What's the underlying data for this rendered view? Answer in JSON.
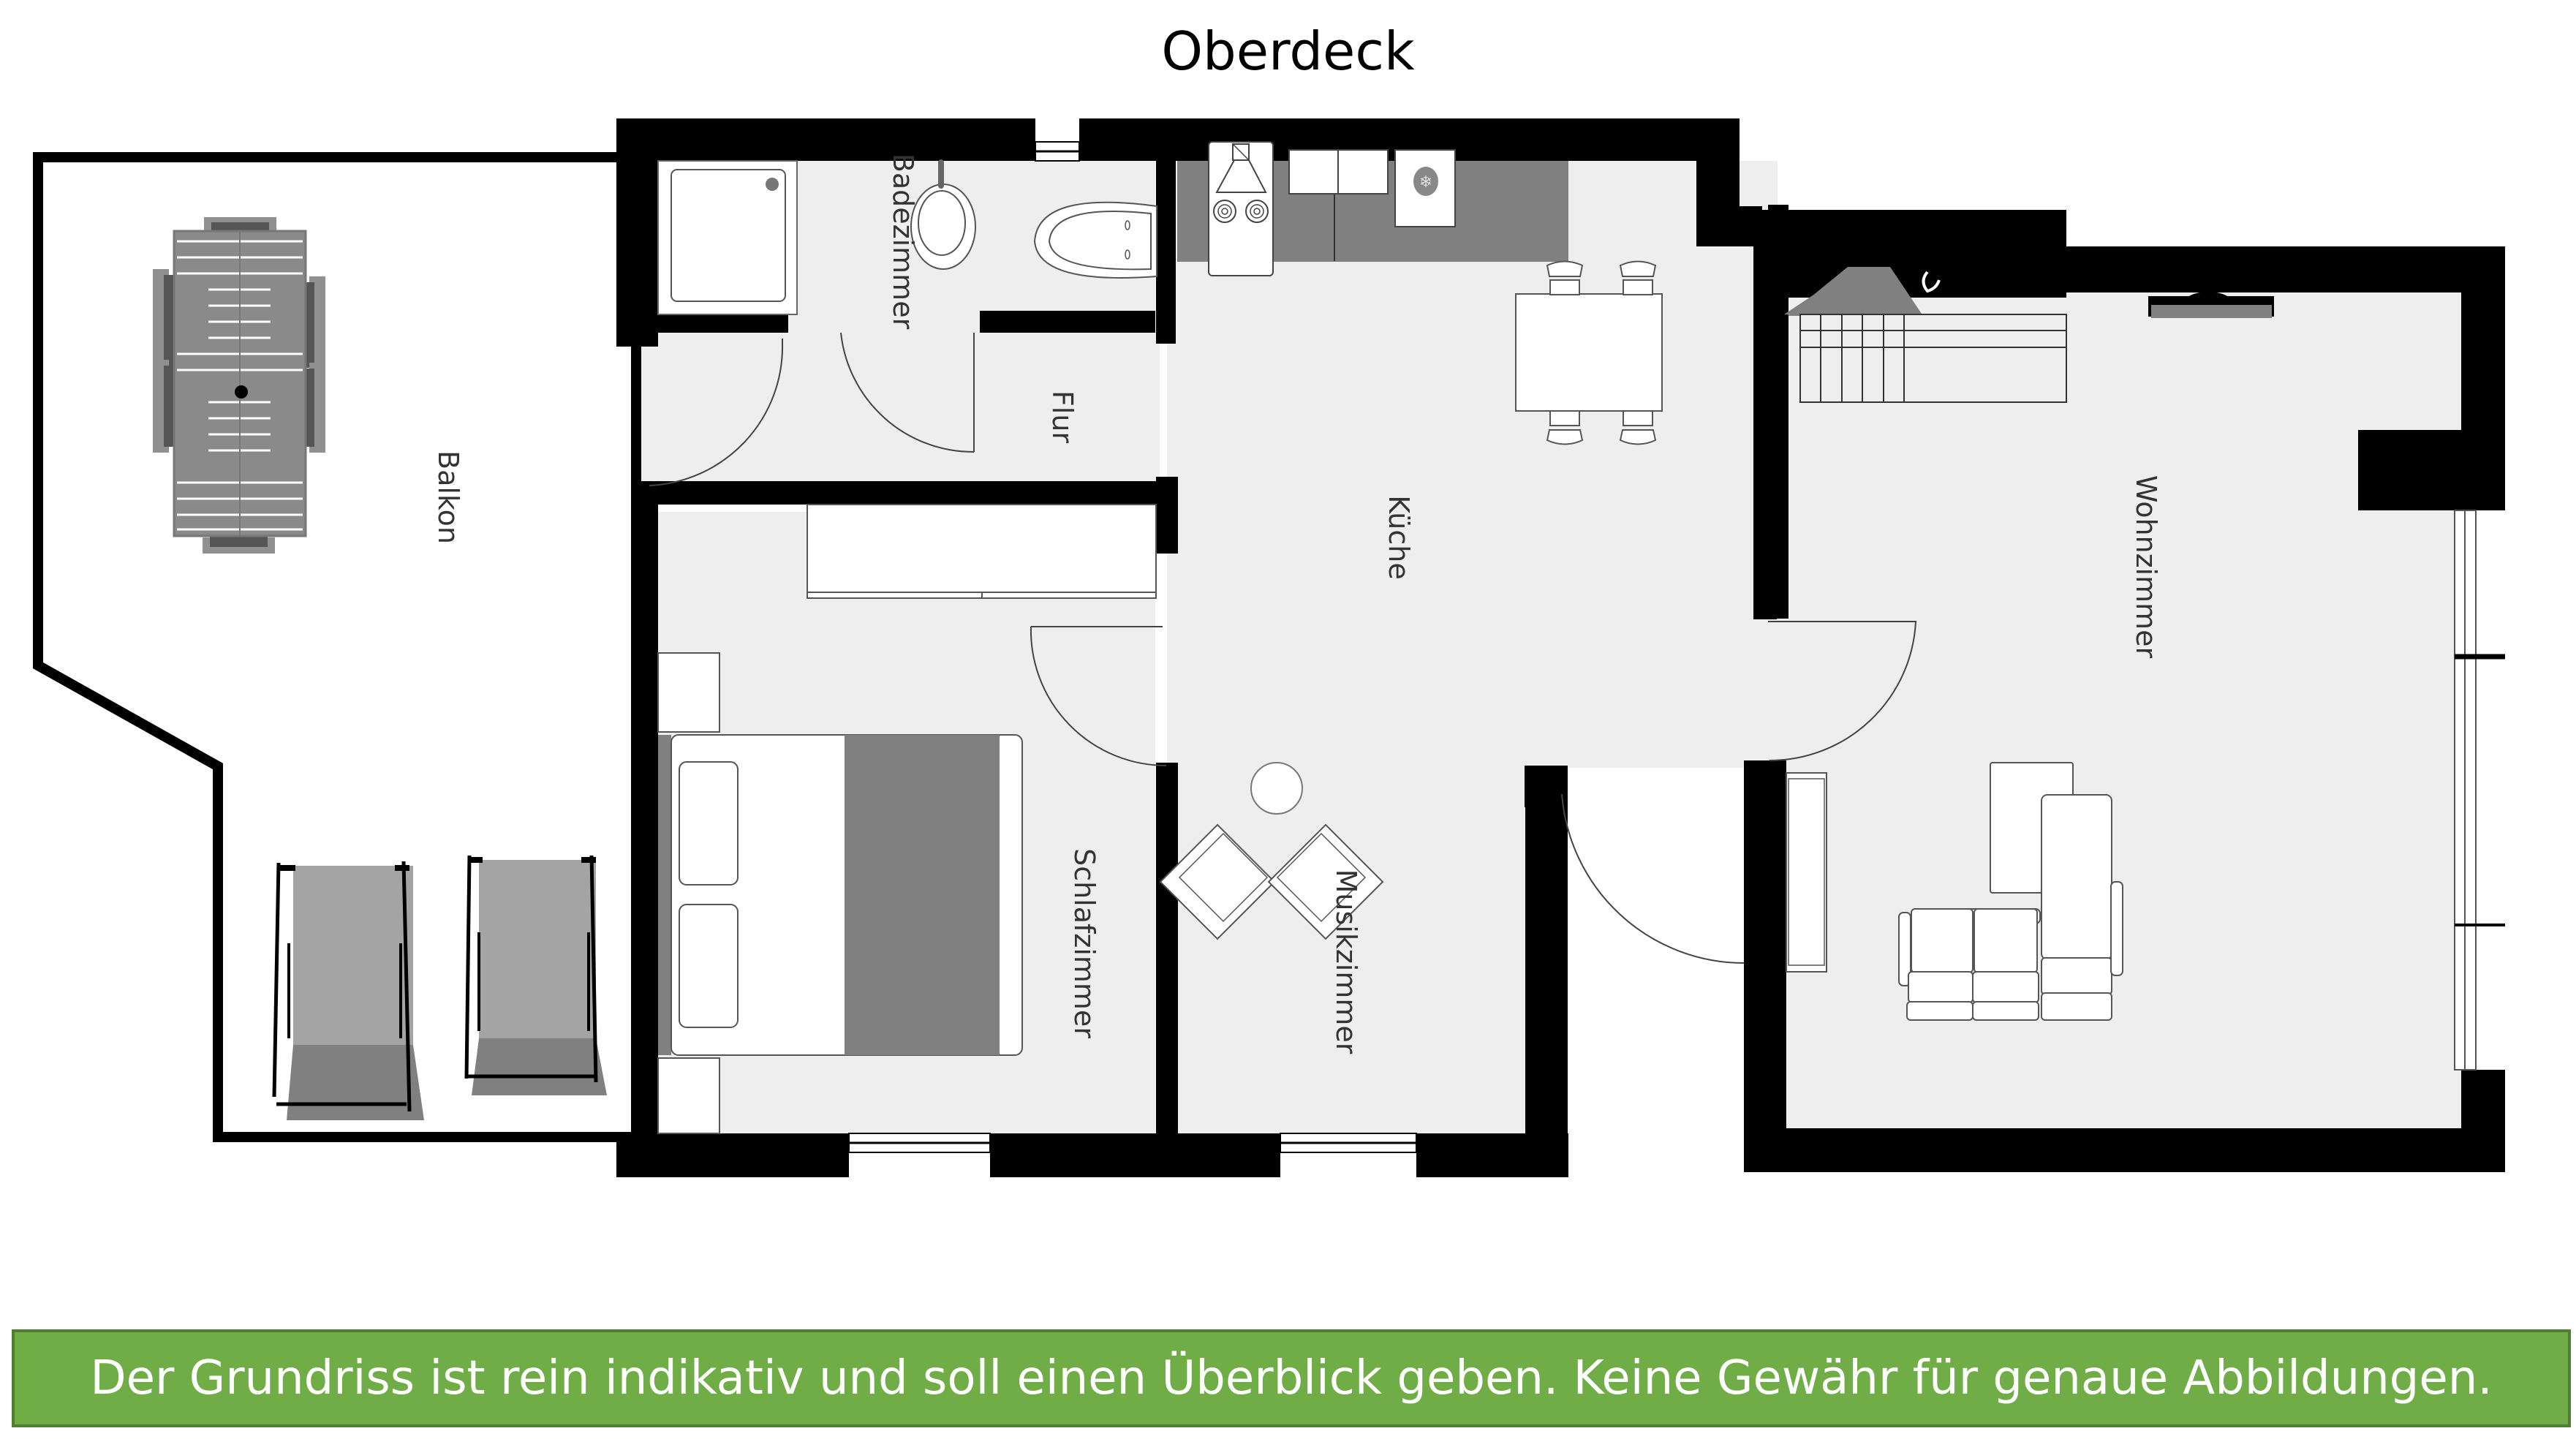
{
  "title": "Oberdeck",
  "rooms": {
    "balkon": "Balkon",
    "badezimmer": "Badezimmer",
    "flur": "Flur",
    "kueche": "Küche",
    "schlafzimmer": "Schlafzimmer",
    "musikzimmer": "Musikzimmer",
    "wohnzimmer": "Wohnzimmer"
  },
  "disclaimer": "Der Grundriss ist rein indikativ und soll einen Überblick geben. Keine Gewähr für genaue Abbildungen.",
  "colors": {
    "wall": "#000000",
    "floor": "#EEEEEE",
    "furniture_fill": "#FFFFFF",
    "furniture_dark": "#808080",
    "banner_fill": "#70AD47",
    "banner_border": "#507E32",
    "banner_text": "#FFFFFF"
  }
}
